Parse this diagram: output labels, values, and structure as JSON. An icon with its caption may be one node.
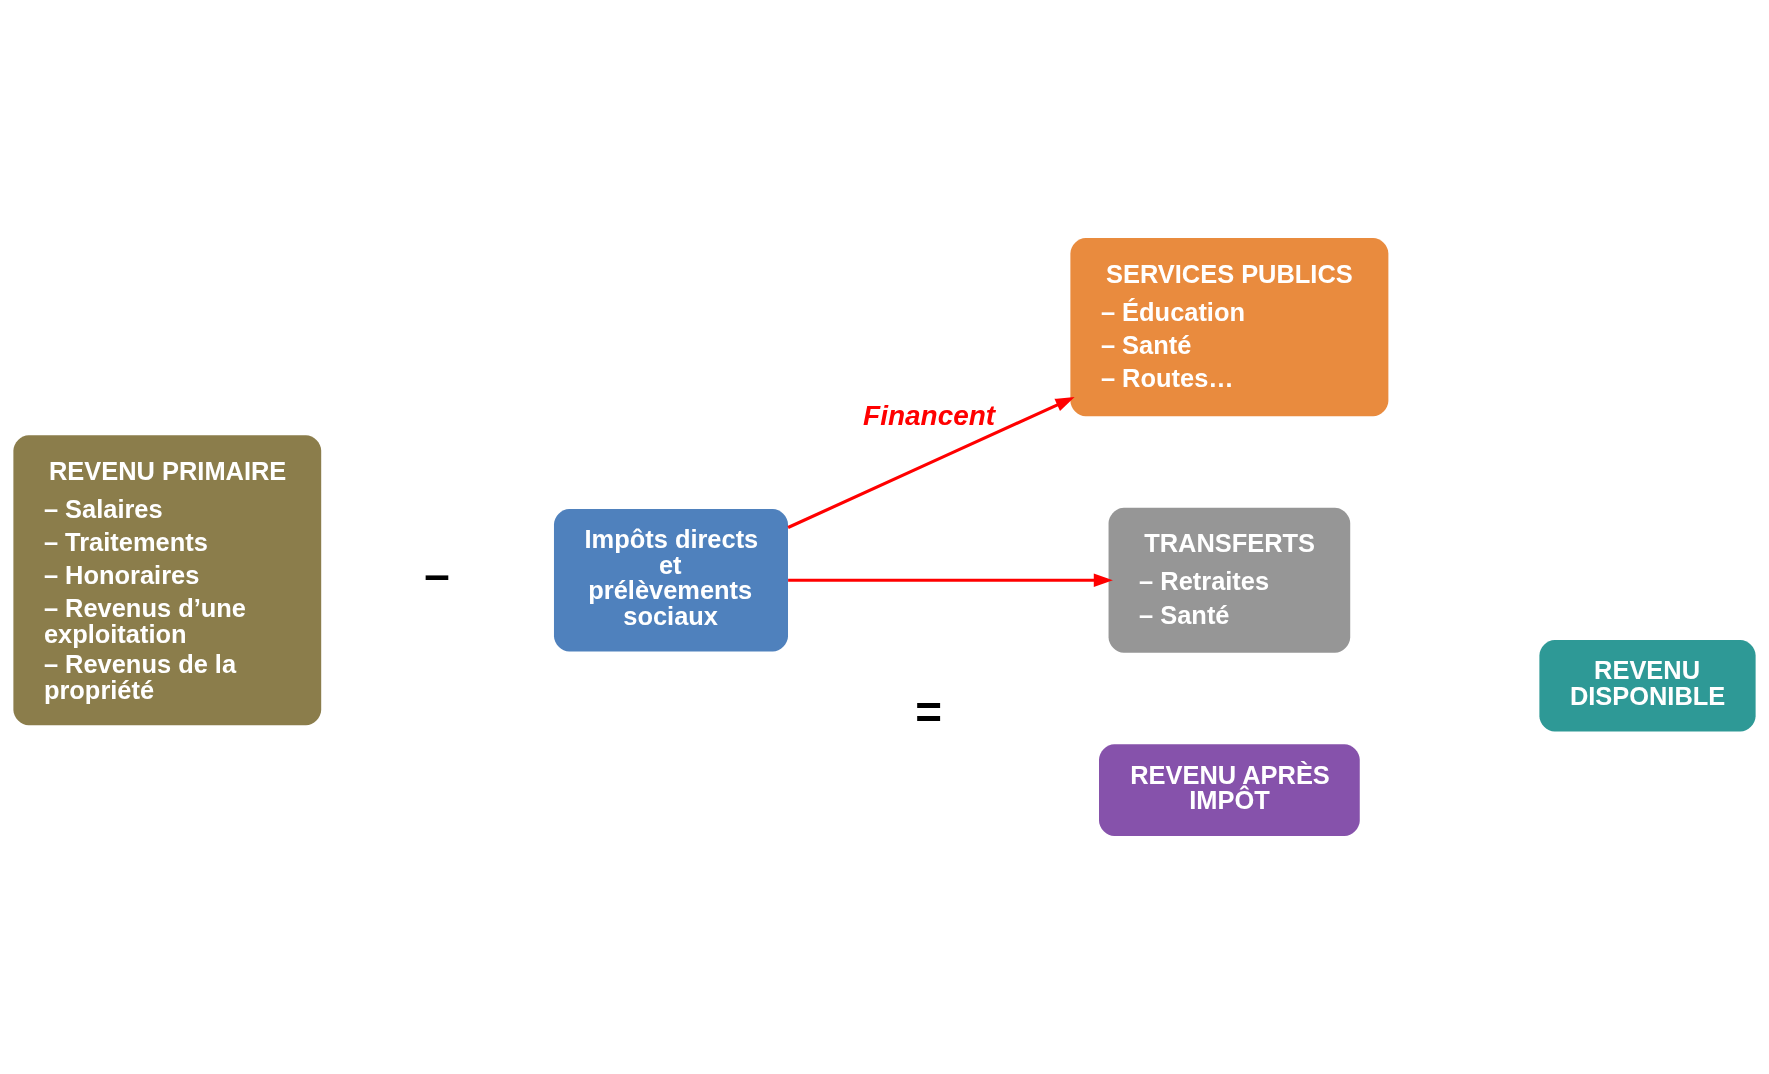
{
  "diagram": {
    "nodes": [
      {
        "text": [
          "REVENU PRIMAIRE",
          "– Salaires",
          "– Traitements",
          "– Honoraires",
          "– Revenus d’une exploitation",
          "– Revenus de la propriété"
        ]
      },
      {
        "text": [
          "Impôts directs et prélèvements sociaux"
        ]
      },
      {
        "text": [
          "SERVICES PUBLICS",
          "– Éducation",
          "– Santé",
          "– Routes…"
        ]
      },
      {
        "text": [
          "TRANSFERTS",
          "– Retraites",
          "– Santé"
        ]
      },
      {
        "text": [
          "REVENU APRÈS IMPÔT"
        ]
      },
      {
        "text": [
          "REVENU DISPONIBLE"
        ]
      }
    ],
    "edges": [
      {
        "from": 1,
        "to": 2,
        "arrow": "to",
        "label": "Financent"
      },
      {
        "from": 1,
        "to": 3,
        "arrow": "to"
      }
    ],
    "labels": [
      "–",
      "="
    ]
  }
}
